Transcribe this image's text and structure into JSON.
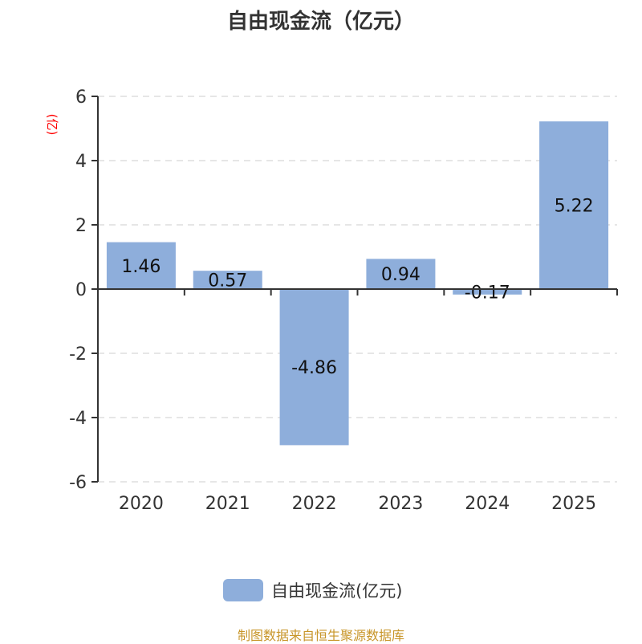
{
  "chart_data": {
    "type": "bar",
    "title": "自由现金流（亿元）",
    "ylabel": "(亿)",
    "xlabel": "",
    "categories": [
      "2020",
      "2021",
      "2022",
      "2023",
      "2024",
      "2025"
    ],
    "series": [
      {
        "name": "自由现金流(亿元)",
        "values": [
          1.46,
          0.57,
          -4.86,
          0.94,
          -0.17,
          5.22
        ]
      }
    ],
    "ylim": [
      -6,
      6
    ],
    "yticks": [
      6,
      4,
      2,
      0,
      -2,
      -4,
      -6
    ],
    "grid": true,
    "legend": "bottom",
    "bar_color": "#8eaedb"
  },
  "source": "制图数据来自恒生聚源数据库"
}
